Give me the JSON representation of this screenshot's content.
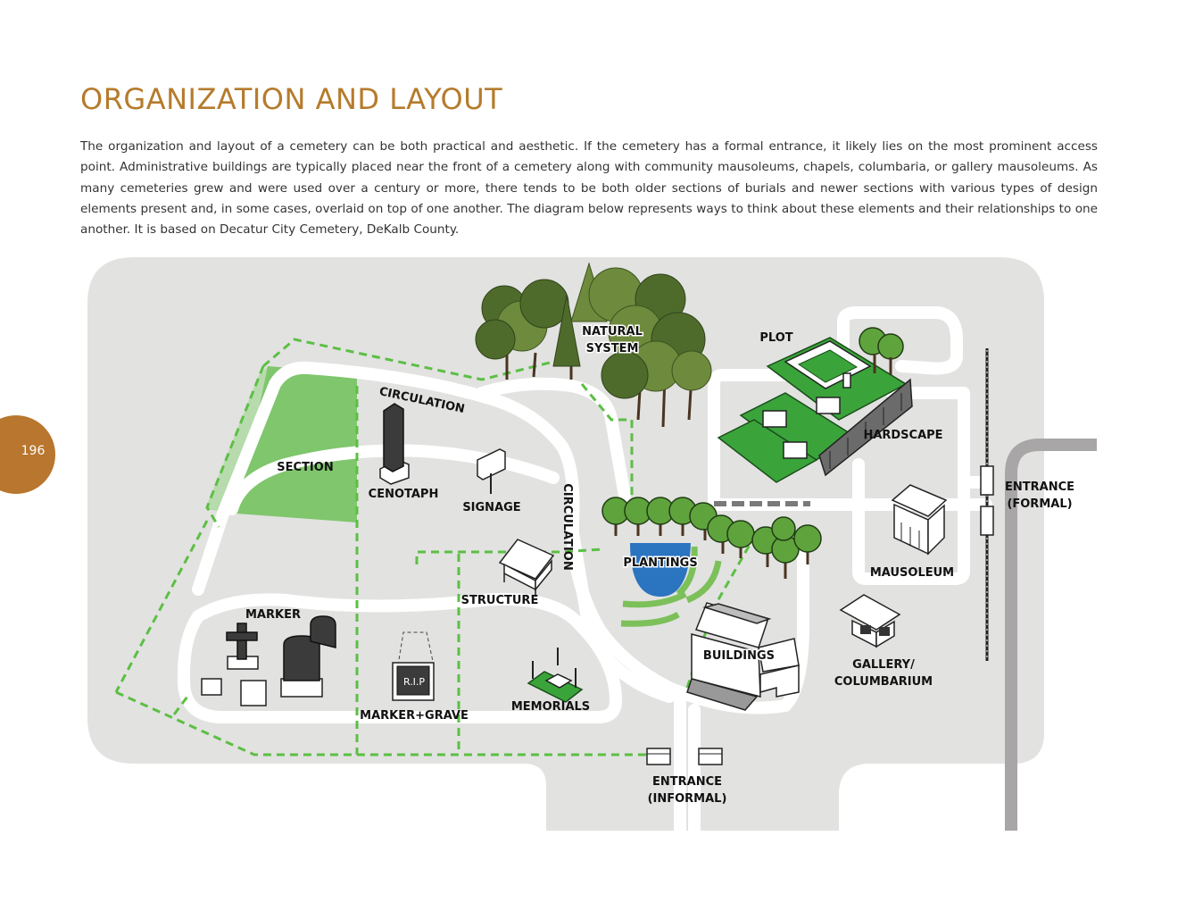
{
  "page": {
    "number": "196",
    "title": "ORGANIZATION AND LAYOUT",
    "intro": "The organization and layout of a cemetery can be both practical and aesthetic. If the cemetery has a formal entrance, it likely lies on the most prominent access point. Administrative buildings are typically placed near the front of a cemetery along with community mausoleums, chapels, columbaria, or gallery mausoleums. As many cemeteries grew and were used over a century or more, there tends to be both older sections of burials and newer sections with various types of design elements present and, in some cases, overlaid on top of one another. The diagram below represents ways to think about these elements and their relationships to one another. It is based on Decatur City Cemetery, DeKalb County."
  },
  "colors": {
    "accent": "#b57b2c",
    "ground": "#e2e2e1",
    "section_fill": "#7fc66c",
    "path_green": "#5cbf44",
    "plot_green": "#3aa43a",
    "pond_blue": "#2a74c0",
    "entrance_road": "#a8a6a6"
  },
  "diagram": {
    "labels": {
      "natural_system_1": "NATURAL",
      "natural_system_2": "SYSTEM",
      "plot": "PLOT",
      "circulation_top": "CIRCULATION",
      "circulation_vertical": "CIRCULATION",
      "section": "SECTION",
      "cenotaph": "CENOTAPH",
      "signage": "SIGNAGE",
      "hardscape": "HARDSCAPE",
      "entrance_formal_1": "ENTRANCE",
      "entrance_formal_2": "(FORMAL)",
      "plantings": "PLANTINGS",
      "mausoleum": "MAUSOLEUM",
      "structure": "STRUCTURE",
      "marker": "MARKER",
      "rip": "R.I.P",
      "buildings": "BUILDINGS",
      "gallery_1": "GALLERY/",
      "gallery_2": "COLUMBARIUM",
      "marker_grave": "MARKER+GRAVE",
      "memorials": "MEMORIALS",
      "entrance_informal_1": "ENTRANCE",
      "entrance_informal_2": "(INFORMAL)"
    },
    "icons": [
      "tree-cluster-icon",
      "plot-icon",
      "cenotaph-icon",
      "signage-icon",
      "gazebo-icon",
      "pond-icon",
      "mausoleum-icon",
      "gallery-icon",
      "building-icon",
      "cross-headstone-icon",
      "headstone-icon",
      "grave-icon",
      "memorial-icon",
      "gate-icon",
      "fence-icon"
    ]
  }
}
